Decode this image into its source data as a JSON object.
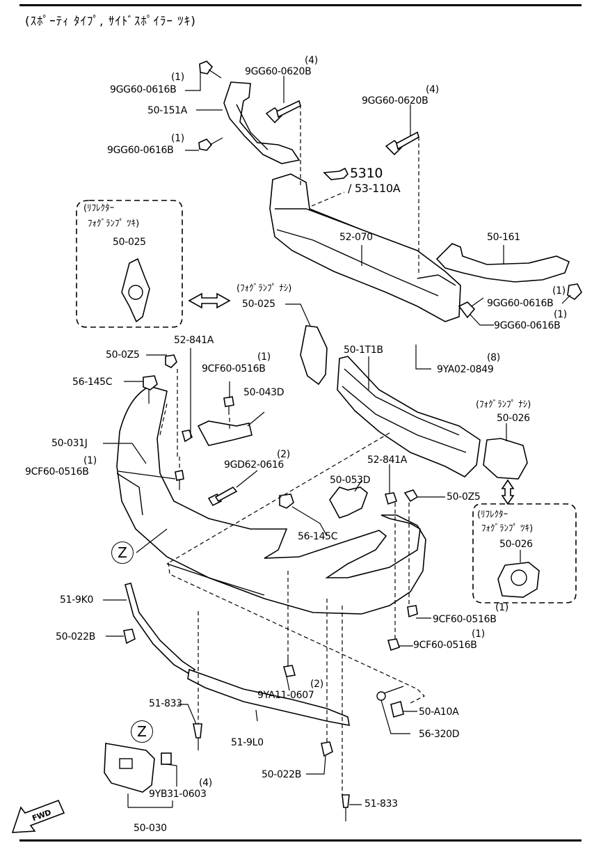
{
  "title": "(ｽﾎﾟｰﾃｨ ﾀｲﾌﾟ, ｻｲﾄﾞｽﾎﾟｲﾗｰ ﾂｷ)",
  "ref": {
    "arrow_text": "5310",
    "sub": "/ 53-110A"
  },
  "notes": {
    "box1_line1": "(ﾘﾌﾚｸﾀｰ",
    "box1_line2": "ﾌｫｸﾞﾗﾝﾌﾟ ﾂｷ)",
    "box2_line1": "(ﾘﾌﾚｸﾀｰ",
    "box2_line2": "ﾌｫｸﾞﾗﾝﾌﾟ ﾂｷ)",
    "no_fog_1": "(ﾌｫｸﾞﾗﾝﾌﾟ ﾅｼ)",
    "no_fog_2": "(ﾌｫｸﾞﾗﾝﾌﾟ ﾅｼ)"
  },
  "zone_marker": "Z",
  "fwd": "FWD",
  "labels": {
    "q1": "(1)",
    "p_9GG60_0616B_a": "9GG60-0616B",
    "q4a": "(4)",
    "p_9GG60_0620B_a": "9GG60-0620B",
    "p_50_151A": "50-151A",
    "q1b": "(1)",
    "p_9GG60_0616B_b": "9GG60-0616B",
    "q4b": "(4)",
    "p_9GG60_0620B_b": "9GG60-0620B",
    "p_52_070": "52-070",
    "p_50_161": "50-161",
    "q1c": "(1)",
    "p_9GG60_0616B_c": "9GG60-0616B",
    "q1d": "(1)",
    "p_9GG60_0616B_d": "9GG60-0616B",
    "p_50_025a": "50-025",
    "p_50_025b": "50-025",
    "p_50_1T1B": "50-1T1B",
    "q8": "(8)",
    "p_9YA02_0849": "9YA02-0849",
    "p_52_841A_a": "52-841A",
    "p_50_0Z5_a": "50-0Z5",
    "q1e": "(1)",
    "p_9CF60_0516B_a": "9CF60-0516B",
    "p_56_145C_a": "56-145C",
    "p_50_043D": "50-043D",
    "p_50_026a": "50-026",
    "p_50_031J": "50-031J",
    "q2a": "(2)",
    "p_9GD62_0616": "9GD62-0616",
    "q1f": "(1)",
    "p_9CF60_0516B_b": "9CF60-0516B",
    "p_52_841A_b": "52-841A",
    "p_50_053D": "50-053D",
    "p_50_0Z5_b": "50-0Z5",
    "p_56_145C_b": "56-145C",
    "p_50_026b": "50-026",
    "p_51_9K0": "51-9K0",
    "q1g": "(1)",
    "p_9CF60_0516B_c": "9CF60-0516B",
    "q1h": "(1)",
    "p_9CF60_0516B_d": "9CF60-0516B",
    "p_50_022B_a": "50-022B",
    "q2b": "(2)",
    "p_9YA11_0607": "9YA11-0607",
    "p_51_833_a": "51-833",
    "p_50_A10A": "50-A10A",
    "p_51_9L0": "51-9L0",
    "p_56_320D": "56-320D",
    "p_50_022B_b": "50-022B",
    "q4c": "(4)",
    "p_9YB31_0603": "9YB31-0603",
    "p_51_833_b": "51-833",
    "p_50_030": "50-030"
  }
}
